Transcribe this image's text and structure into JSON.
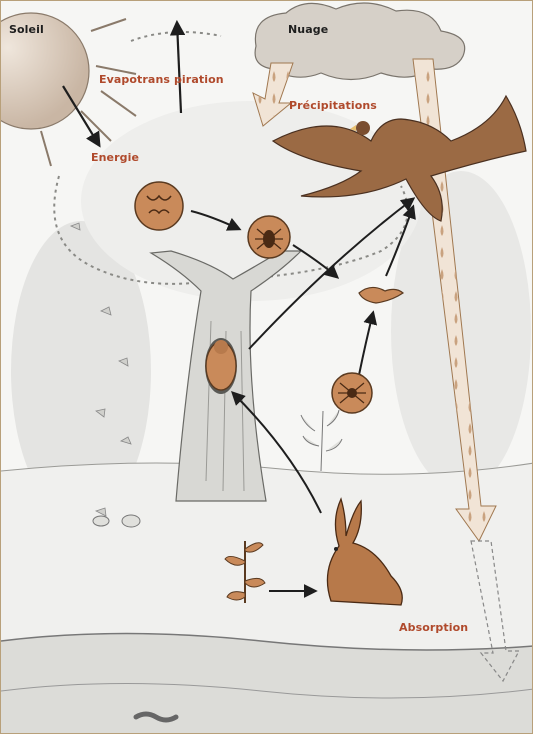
{
  "labels": {
    "sun": "Soleil",
    "cloud": "Nuage",
    "evapotranspiration": "Evapotrans piration",
    "precipitation": "Précipitations",
    "energy": "Energie",
    "absorption": "Absorption"
  },
  "colors": {
    "accent_label": "#b04a2c",
    "organism_fill": "#c98a5a",
    "ink": "#1e1e1e",
    "arrow_fill": "#f1e4d6",
    "frame": "#b8a07a"
  },
  "organisms": [
    {
      "id": "microorganisms",
      "icon": "bacteria-icon"
    },
    {
      "id": "insect",
      "icon": "insect-icon"
    },
    {
      "id": "small-bird",
      "icon": "bird-icon"
    },
    {
      "id": "squirrel",
      "icon": "squirrel-icon"
    },
    {
      "id": "spider",
      "icon": "spider-icon"
    },
    {
      "id": "rabbit",
      "icon": "rabbit-icon"
    },
    {
      "id": "eagle",
      "icon": "eagle-icon"
    },
    {
      "id": "plant",
      "icon": "plant-icon"
    }
  ]
}
